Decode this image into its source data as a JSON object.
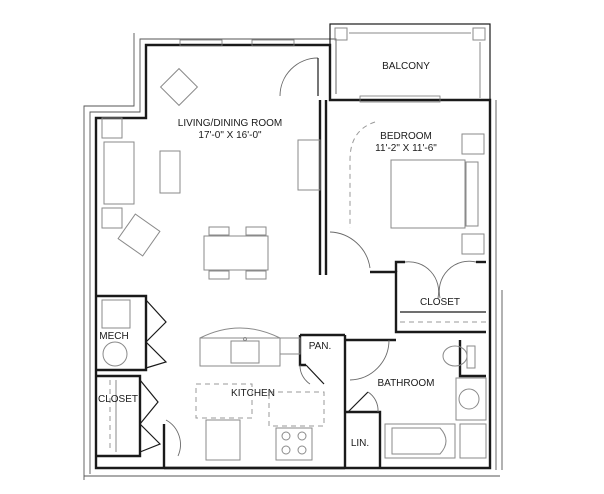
{
  "plan": {
    "type": "floor-plan",
    "rooms": [
      {
        "id": "balcony",
        "name": "BALCONY",
        "dimensions": ""
      },
      {
        "id": "living",
        "name": "LIVING/DINING ROOM",
        "dimensions": "17'-0\" X 16'-0\""
      },
      {
        "id": "bedroom",
        "name": "BEDROOM",
        "dimensions": "11'-2\" X 11'-6\""
      },
      {
        "id": "bedroom-closet",
        "name": "CLOSET",
        "dimensions": ""
      },
      {
        "id": "mech",
        "name": "MECH",
        "dimensions": ""
      },
      {
        "id": "entry-closet",
        "name": "CLOSET",
        "dimensions": ""
      },
      {
        "id": "kitchen",
        "name": "KITCHEN",
        "dimensions": ""
      },
      {
        "id": "pantry",
        "name": "PAN.",
        "dimensions": ""
      },
      {
        "id": "bathroom",
        "name": "BATHROOM",
        "dimensions": ""
      },
      {
        "id": "linen",
        "name": "LIN.",
        "dimensions": ""
      }
    ],
    "colors": {
      "wall": "#1a1a1a",
      "furniture": "#8a8a8a",
      "background": "#ffffff"
    }
  }
}
